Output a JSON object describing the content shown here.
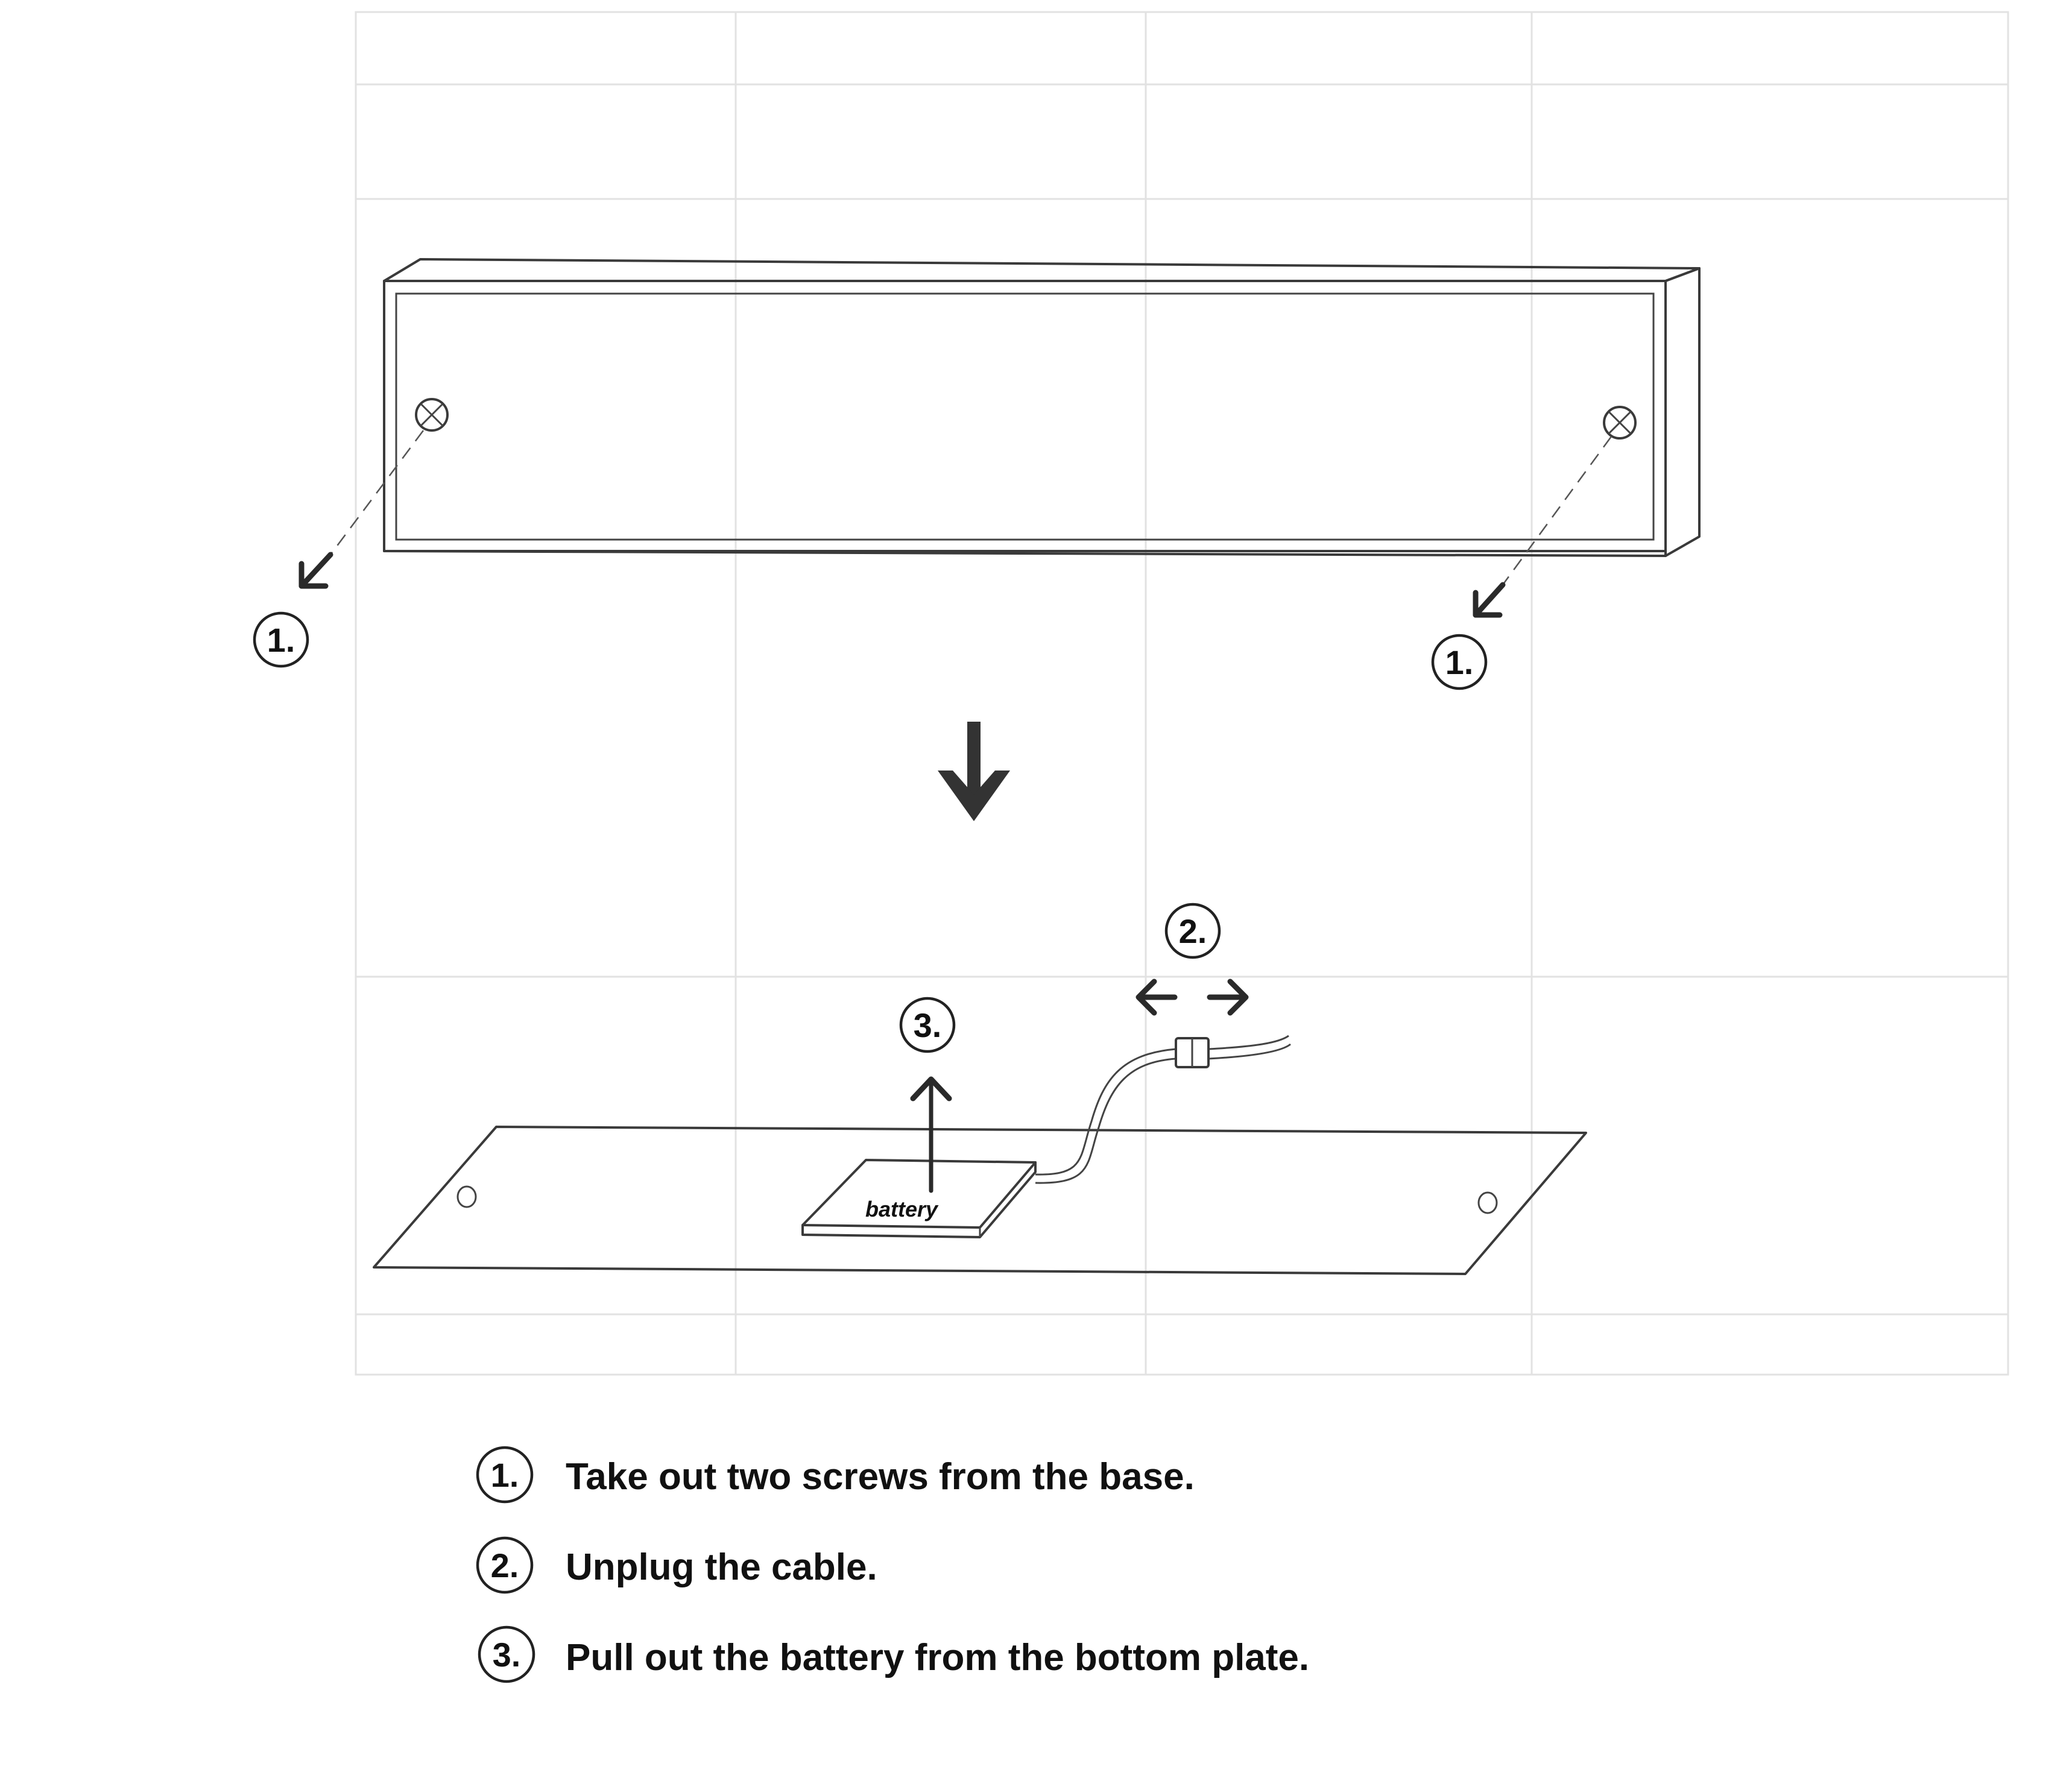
{
  "callouts": {
    "screw_left": "1.",
    "screw_right": "1.",
    "cable": "2.",
    "battery": "3."
  },
  "battery_label": "battery",
  "steps": [
    {
      "number": "1.",
      "text": "Take out two screws from the base."
    },
    {
      "number": "2.",
      "text": "Unplug the cable."
    },
    {
      "number": "3.",
      "text": "Pull out the battery from the bottom plate."
    }
  ],
  "colors": {
    "line": "#3a3a3a",
    "text": "#111111",
    "background": "#ffffff"
  }
}
